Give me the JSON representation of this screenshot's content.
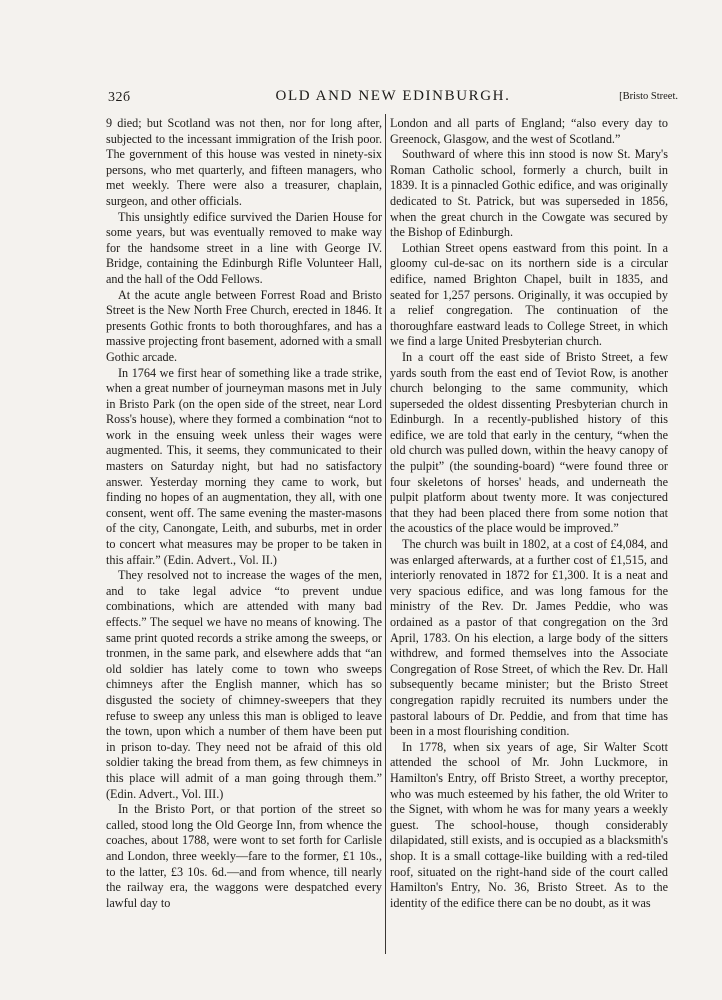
{
  "header": {
    "page_number": "32б",
    "running_title": "OLD AND NEW EDINBURGH.",
    "section": "[Bristo Street."
  },
  "left_column": [
    "9 died; but Scotland was not then, nor for long after, subjected to the incessant immigration of the Irish poor. The government of this house was vested in ninety-six persons, who met quarterly, and fifteen managers, who met weekly. There were also a treasurer, chaplain, surgeon, and other officials.",
    "This unsightly edifice survived the Darien House for some years, but was eventually removed to make way for the handsome street in a line with George IV. Bridge, containing the Edinburgh Rifle Volunteer Hall, and the hall of the Odd Fellows.",
    "At the acute angle between Forrest Road and Bristo Street is the New North Free Church, erected in 1846. It presents Gothic fronts to both thoroughfares, and has a massive projecting front basement, adorned with a small Gothic arcade.",
    "In 1764 we first hear of something like a trade strike, when a great number of journeyman masons met in July in Bristo Park (on the open side of the street, near Lord Ross's house), where they formed a combination “not to work in the ensuing week unless their wages were augmented. This, it seems, they communicated to their masters on Saturday night, but had no satisfactory answer. Yesterday morning they came to work, but finding no hopes of an augmentation, they all, with one consent, went off. The same evening the master-masons of the city, Canongate, Leith, and suburbs, met in order to concert what measures may be proper to be taken in this affair.” (Edin. Advert., Vol. II.)",
    "They resolved not to increase the wages of the men, and to take legal advice “to prevent undue combinations, which are attended with many bad effects.” The sequel we have no means of knowing. The same print quoted records a strike among the sweeps, or tronmen, in the same park, and elsewhere adds that “an old soldier has lately come to town who sweeps chimneys after the English manner, which has so disgusted the society of chimney-sweepers that they refuse to sweep any unless this man is obliged to leave the town, upon which a number of them have been put in prison to-day. They need not be afraid of this old soldier taking the bread from them, as few chimneys in this place will admit of a man going through them.” (Edin. Advert., Vol. III.)",
    "In the Bristo Port, or that portion of the street so called, stood long the Old George Inn, from whence the coaches, about 1788, were wont to set forth for Carlisle and London, three weekly—fare to the former, £1 10s., to the latter, £3 10s. 6d.—and from whence, till nearly the railway era, the waggons were despatched every lawful day to"
  ],
  "right_column": [
    "London and all parts of England; “also every day to Greenock, Glasgow, and the west of Scotland.”",
    "Southward of where this inn stood is now St. Mary's Roman Catholic school, formerly a church, built in 1839. It is a pinnacled Gothic edifice, and was originally dedicated to St. Patrick, but was superseded in 1856, when the great church in the Cowgate was secured by the Bishop of Edinburgh.",
    "Lothian Street opens eastward from this point. In a gloomy cul-de-sac on its northern side is a circular edifice, named Brighton Chapel, built in 1835, and seated for 1,257 persons. Originally, it was occupied by a relief congregation. The continuation of the thoroughfare eastward leads to College Street, in which we find a large United Presbyterian church.",
    "In a court off the east side of Bristo Street, a few yards south from the east end of Teviot Row, is another church belonging to the same community, which superseded the oldest dissenting Presbyterian church in Edinburgh. In a recently-published history of this edifice, we are told that early in the century, “when the old church was pulled down, within the heavy canopy of the pulpit” (the sounding-board) “were found three or four skeletons of horses' heads, and underneath the pulpit platform about twenty more. It was conjectured that they had been placed there from some notion that the acoustics of the place would be improved.”",
    "The church was built in 1802, at a cost of £4,084, and was enlarged afterwards, at a further cost of £1,515, and interiorly renovated in 1872 for £1,300. It is a neat and very spacious edifice, and was long famous for the ministry of the Rev. Dr. James Peddie, who was ordained as a pastor of that congregation on the 3rd April, 1783. On his election, a large body of the sitters withdrew, and formed themselves into the Associate Congregation of Rose Street, of which the Rev. Dr. Hall subsequently became minister; but the Bristo Street congregation rapidly recruited its numbers under the pastoral labours of Dr. Peddie, and from that time has been in a most flourishing condition.",
    "In 1778, when six years of age, Sir Walter Scott attended the school of Mr. John Luckmore, in Hamilton's Entry, off Bristo Street, a worthy preceptor, who was much esteemed by his father, the old Writer to the Signet, with whom he was for many years a weekly guest. The school-house, though considerably dilapidated, still exists, and is occupied as a blacksmith's shop. It is a small cottage-like building with a red-tiled roof, situated on the right-hand side of the court called Hamilton's Entry, No. 36, Bristo Street. As to the identity of the edifice there can be no doubt, as it was"
  ]
}
